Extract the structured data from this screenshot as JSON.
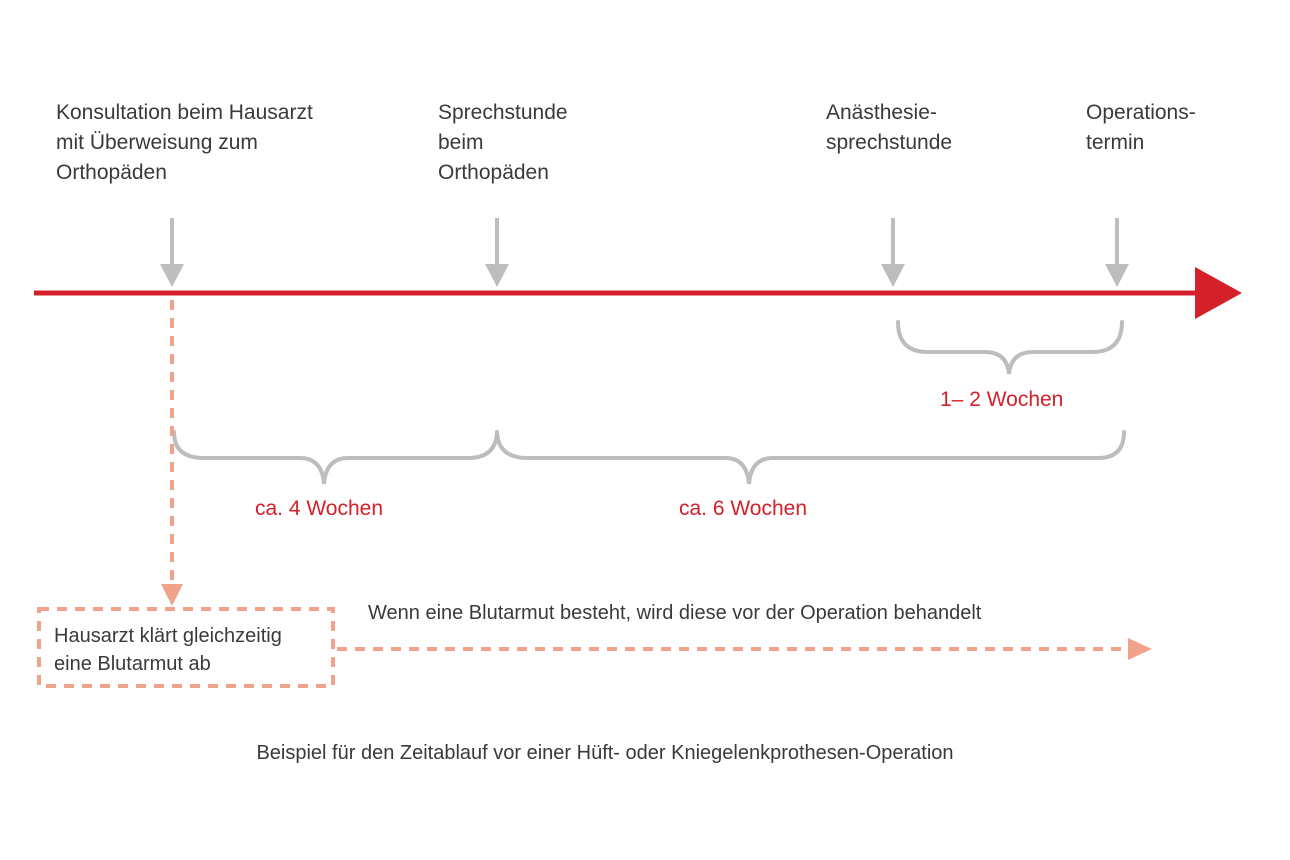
{
  "milestones": [
    {
      "id": "gp-consultation",
      "label": "Konsultation beim Hausarzt\nmit Überweisung zum\nOrthopäden"
    },
    {
      "id": "orthopedist",
      "label": "Sprechstunde\nbeim\nOrthopäden"
    },
    {
      "id": "anesthesia",
      "label": "Anästhesie-\nsprechstunde"
    },
    {
      "id": "surgery",
      "label": "Operations-\ntermin"
    }
  ],
  "durations": [
    {
      "id": "gp-to-ortho",
      "label": "ca. 4 Wochen"
    },
    {
      "id": "ortho-to-surgery",
      "label": "ca. 6 Wochen"
    },
    {
      "id": "anesthesia-to-surgery",
      "label": "1– 2 Wochen"
    }
  ],
  "gp_box": {
    "text": "Hausarzt klärt gleichzeitig\neine Blutarmut ab"
  },
  "anemia_note": "Wenn eine Blutarmut besteht, wird diese vor der Operation behandelt",
  "caption": "Beispiel für den Zeitablauf vor einer Hüft- oder Kniegelenkprothesen-Operation",
  "colors": {
    "timeline": "#d4202a",
    "duration_text": "#d4202a",
    "marker_arrows": "#bdbdbd",
    "braces": "#bdbdbd",
    "dashed_path": "#f0a38a",
    "body_text": "#3a3a3a"
  }
}
